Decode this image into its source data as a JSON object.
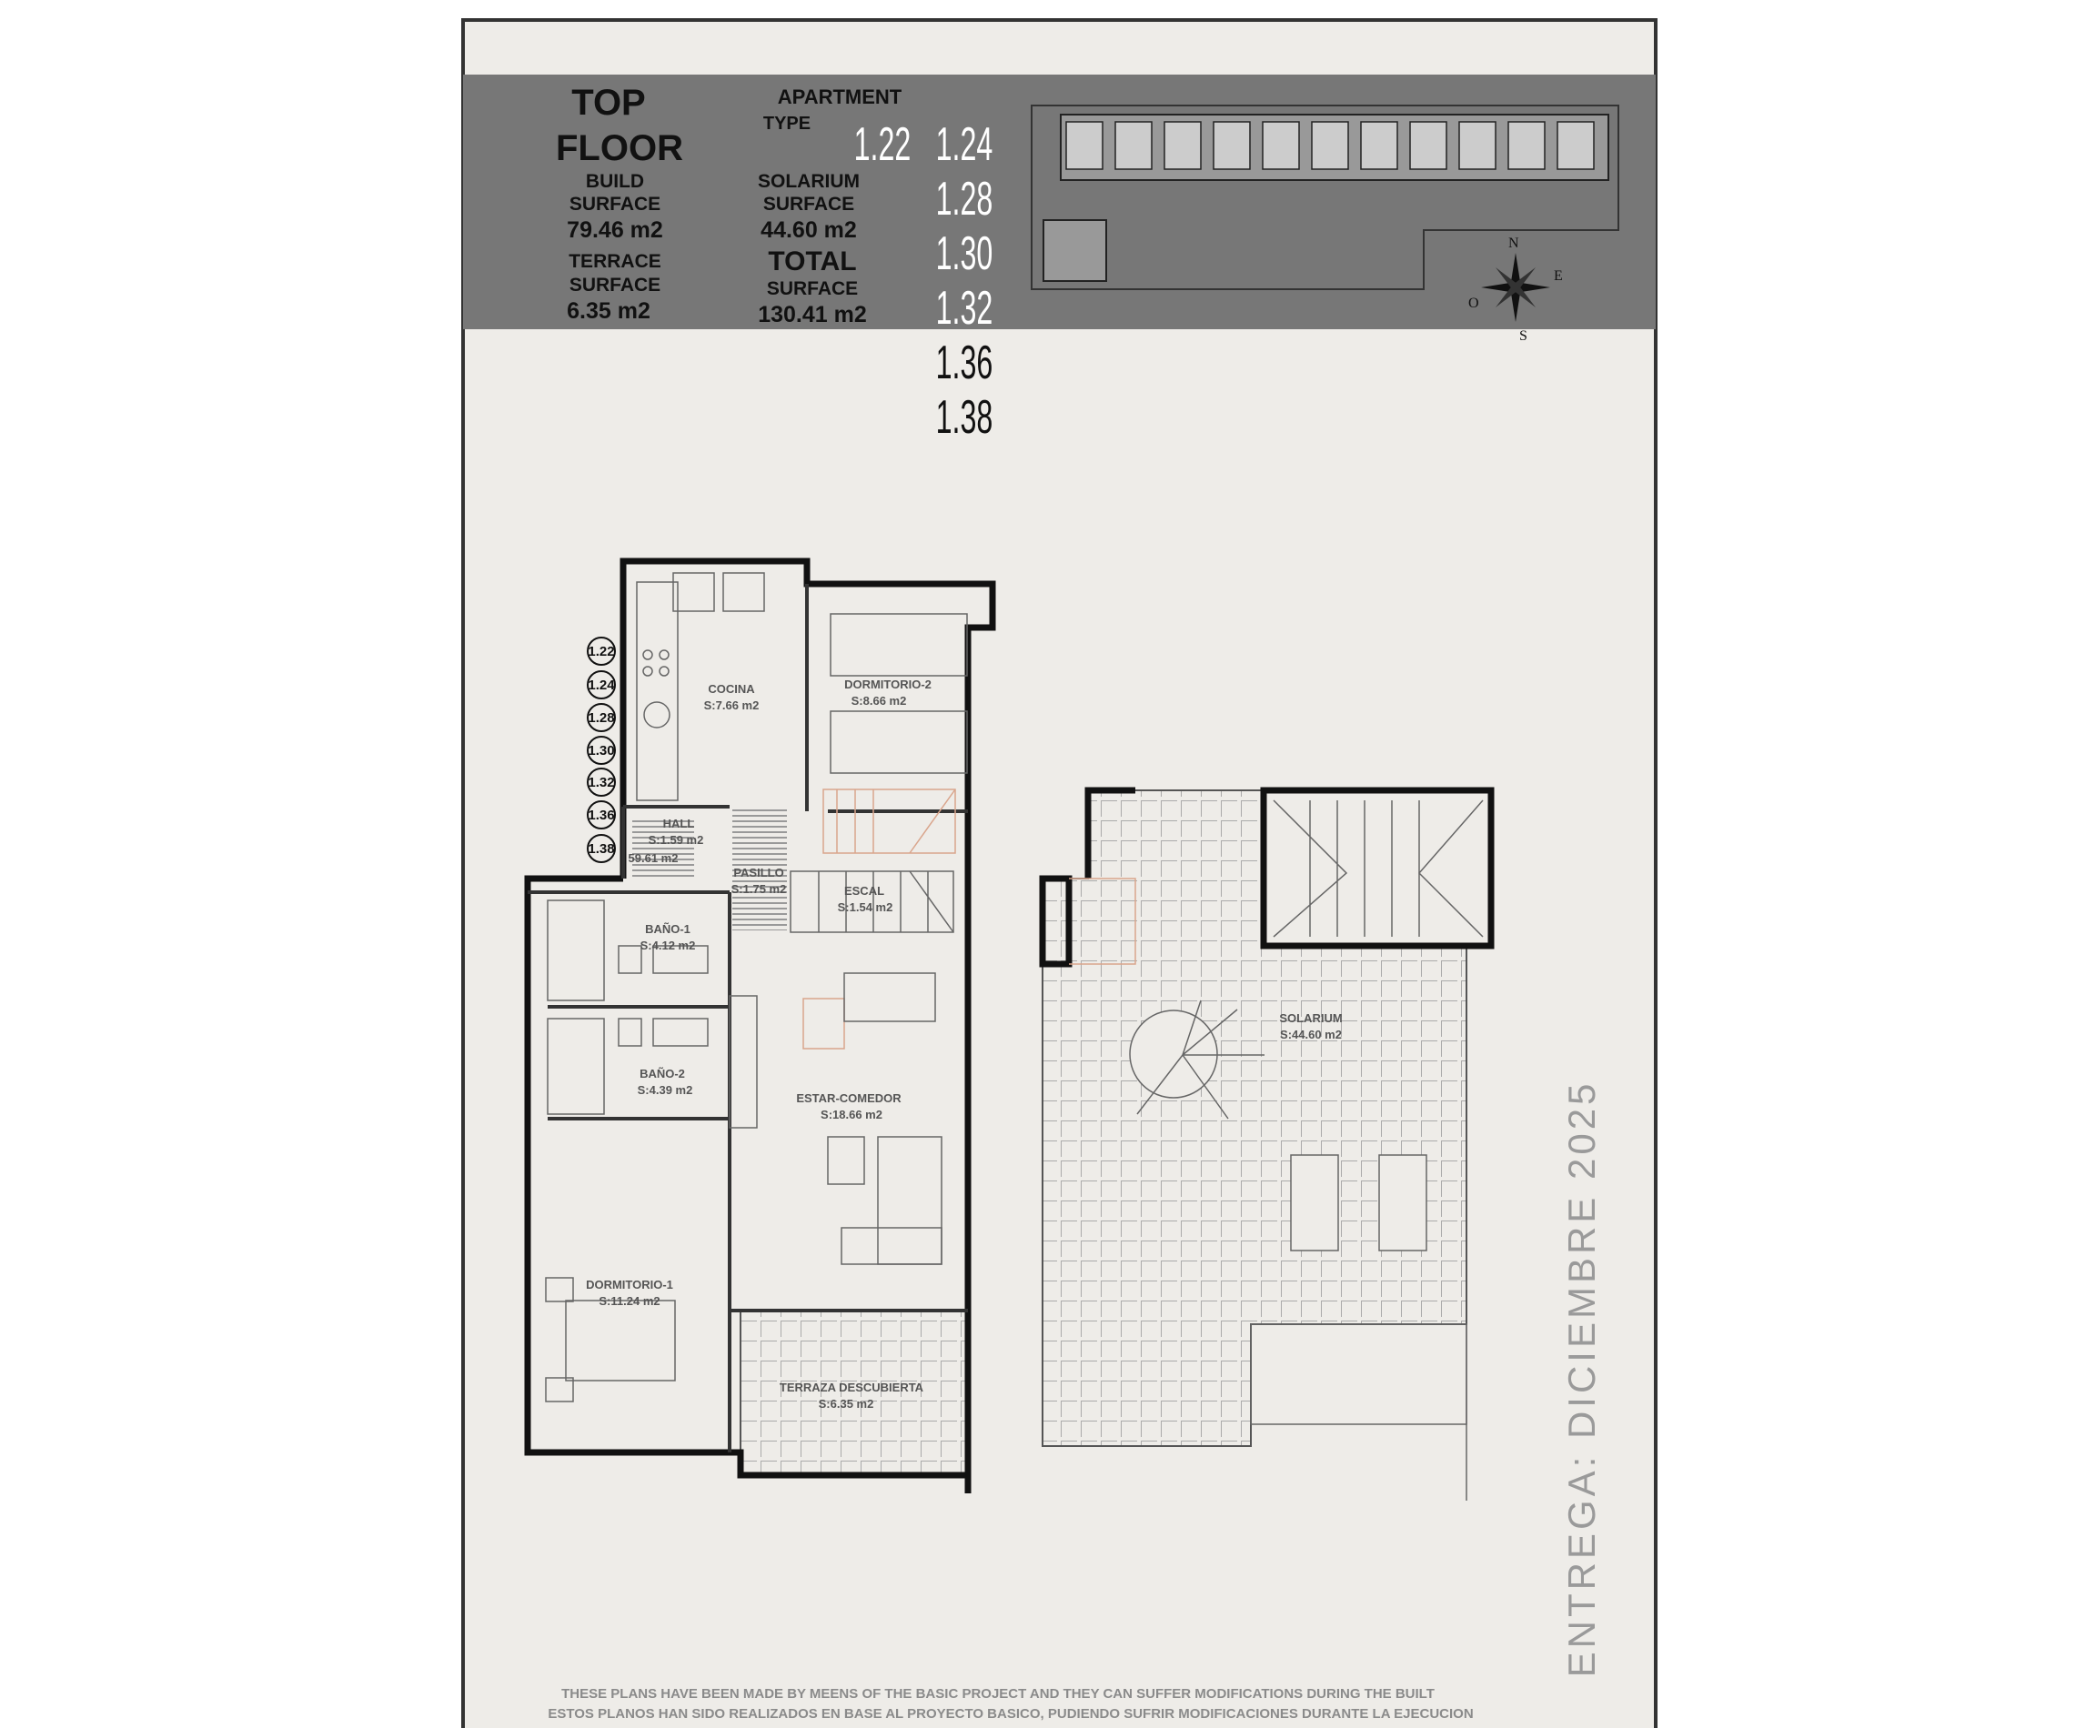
{
  "header": {
    "floor_line1": "TOP",
    "floor_line2": "FLOOR",
    "apartment_label": "APARTMENT",
    "type_label": "TYPE",
    "types": [
      "1.22",
      "1.24",
      "1.28",
      "1.30",
      "1.32",
      "1.36",
      "1.38"
    ],
    "build": {
      "line1": "BUILD",
      "line2": "SURFACE",
      "value": "79.46 m2"
    },
    "solarium": {
      "line1": "SOLARIUM",
      "line2": "SURFACE",
      "value": "44.60 m2"
    },
    "terrace": {
      "line1": "TERRACE",
      "line2": "SURFACE",
      "value": "6.35 m2"
    },
    "total": {
      "line1": "TOTAL",
      "line2": "SURFACE",
      "value": "130.41 m2"
    }
  },
  "compass": {
    "n": "N",
    "e": "E",
    "s": "S",
    "o": "O"
  },
  "unit_tags": [
    "1.22",
    "1.24",
    "1.28",
    "1.30",
    "1.32",
    "1.36",
    "1.38"
  ],
  "rooms": {
    "cocina": {
      "name": "COCINA",
      "area": "S:7.66 m2"
    },
    "dormitorio2": {
      "name": "DORMITORIO-2",
      "area": "S:8.66 m2"
    },
    "hall": {
      "name": "HALL",
      "area": "S:1.59 m2",
      "extra": "59.61 m2"
    },
    "pasillo": {
      "name": "PASILLO",
      "area": "S:1.75 m2"
    },
    "escal": {
      "name": "ESCAL",
      "area": "S:1.54 m2"
    },
    "bano1": {
      "name": "BAÑO-1",
      "area": "S:4.12 m2"
    },
    "bano2": {
      "name": "BAÑO-2",
      "area": "S:4.39 m2"
    },
    "estar": {
      "name": "ESTAR-COMEDOR",
      "area": "S:18.66 m2"
    },
    "dormitorio1": {
      "name": "DORMITORIO-1",
      "area": "S:11.24 m2"
    },
    "terraza": {
      "name": "TERRAZA DESCUBIERTA",
      "area": "S:6.35 m2"
    },
    "solarium": {
      "name": "SOLARIUM",
      "area": "S:44.60 m2"
    }
  },
  "delivery": "ENTREGA: DICIEMBRE 2025",
  "disclaimer": {
    "en": "THESE PLANS HAVE BEEN MADE BY MEENS OF THE BASIC PROJECT AND THEY CAN SUFFER MODIFICATIONS DURING THE BUILT",
    "es": "ESTOS PLANOS HAN SIDO REALIZADOS EN BASE AL PROYECTO BASICO, PUDIENDO SUFRIR MODIFICACIONES DURANTE LA EJECUCION"
  },
  "colors": {
    "paper": "#eeece8",
    "band": "#777777",
    "accent_furniture": "#d9a58c"
  }
}
